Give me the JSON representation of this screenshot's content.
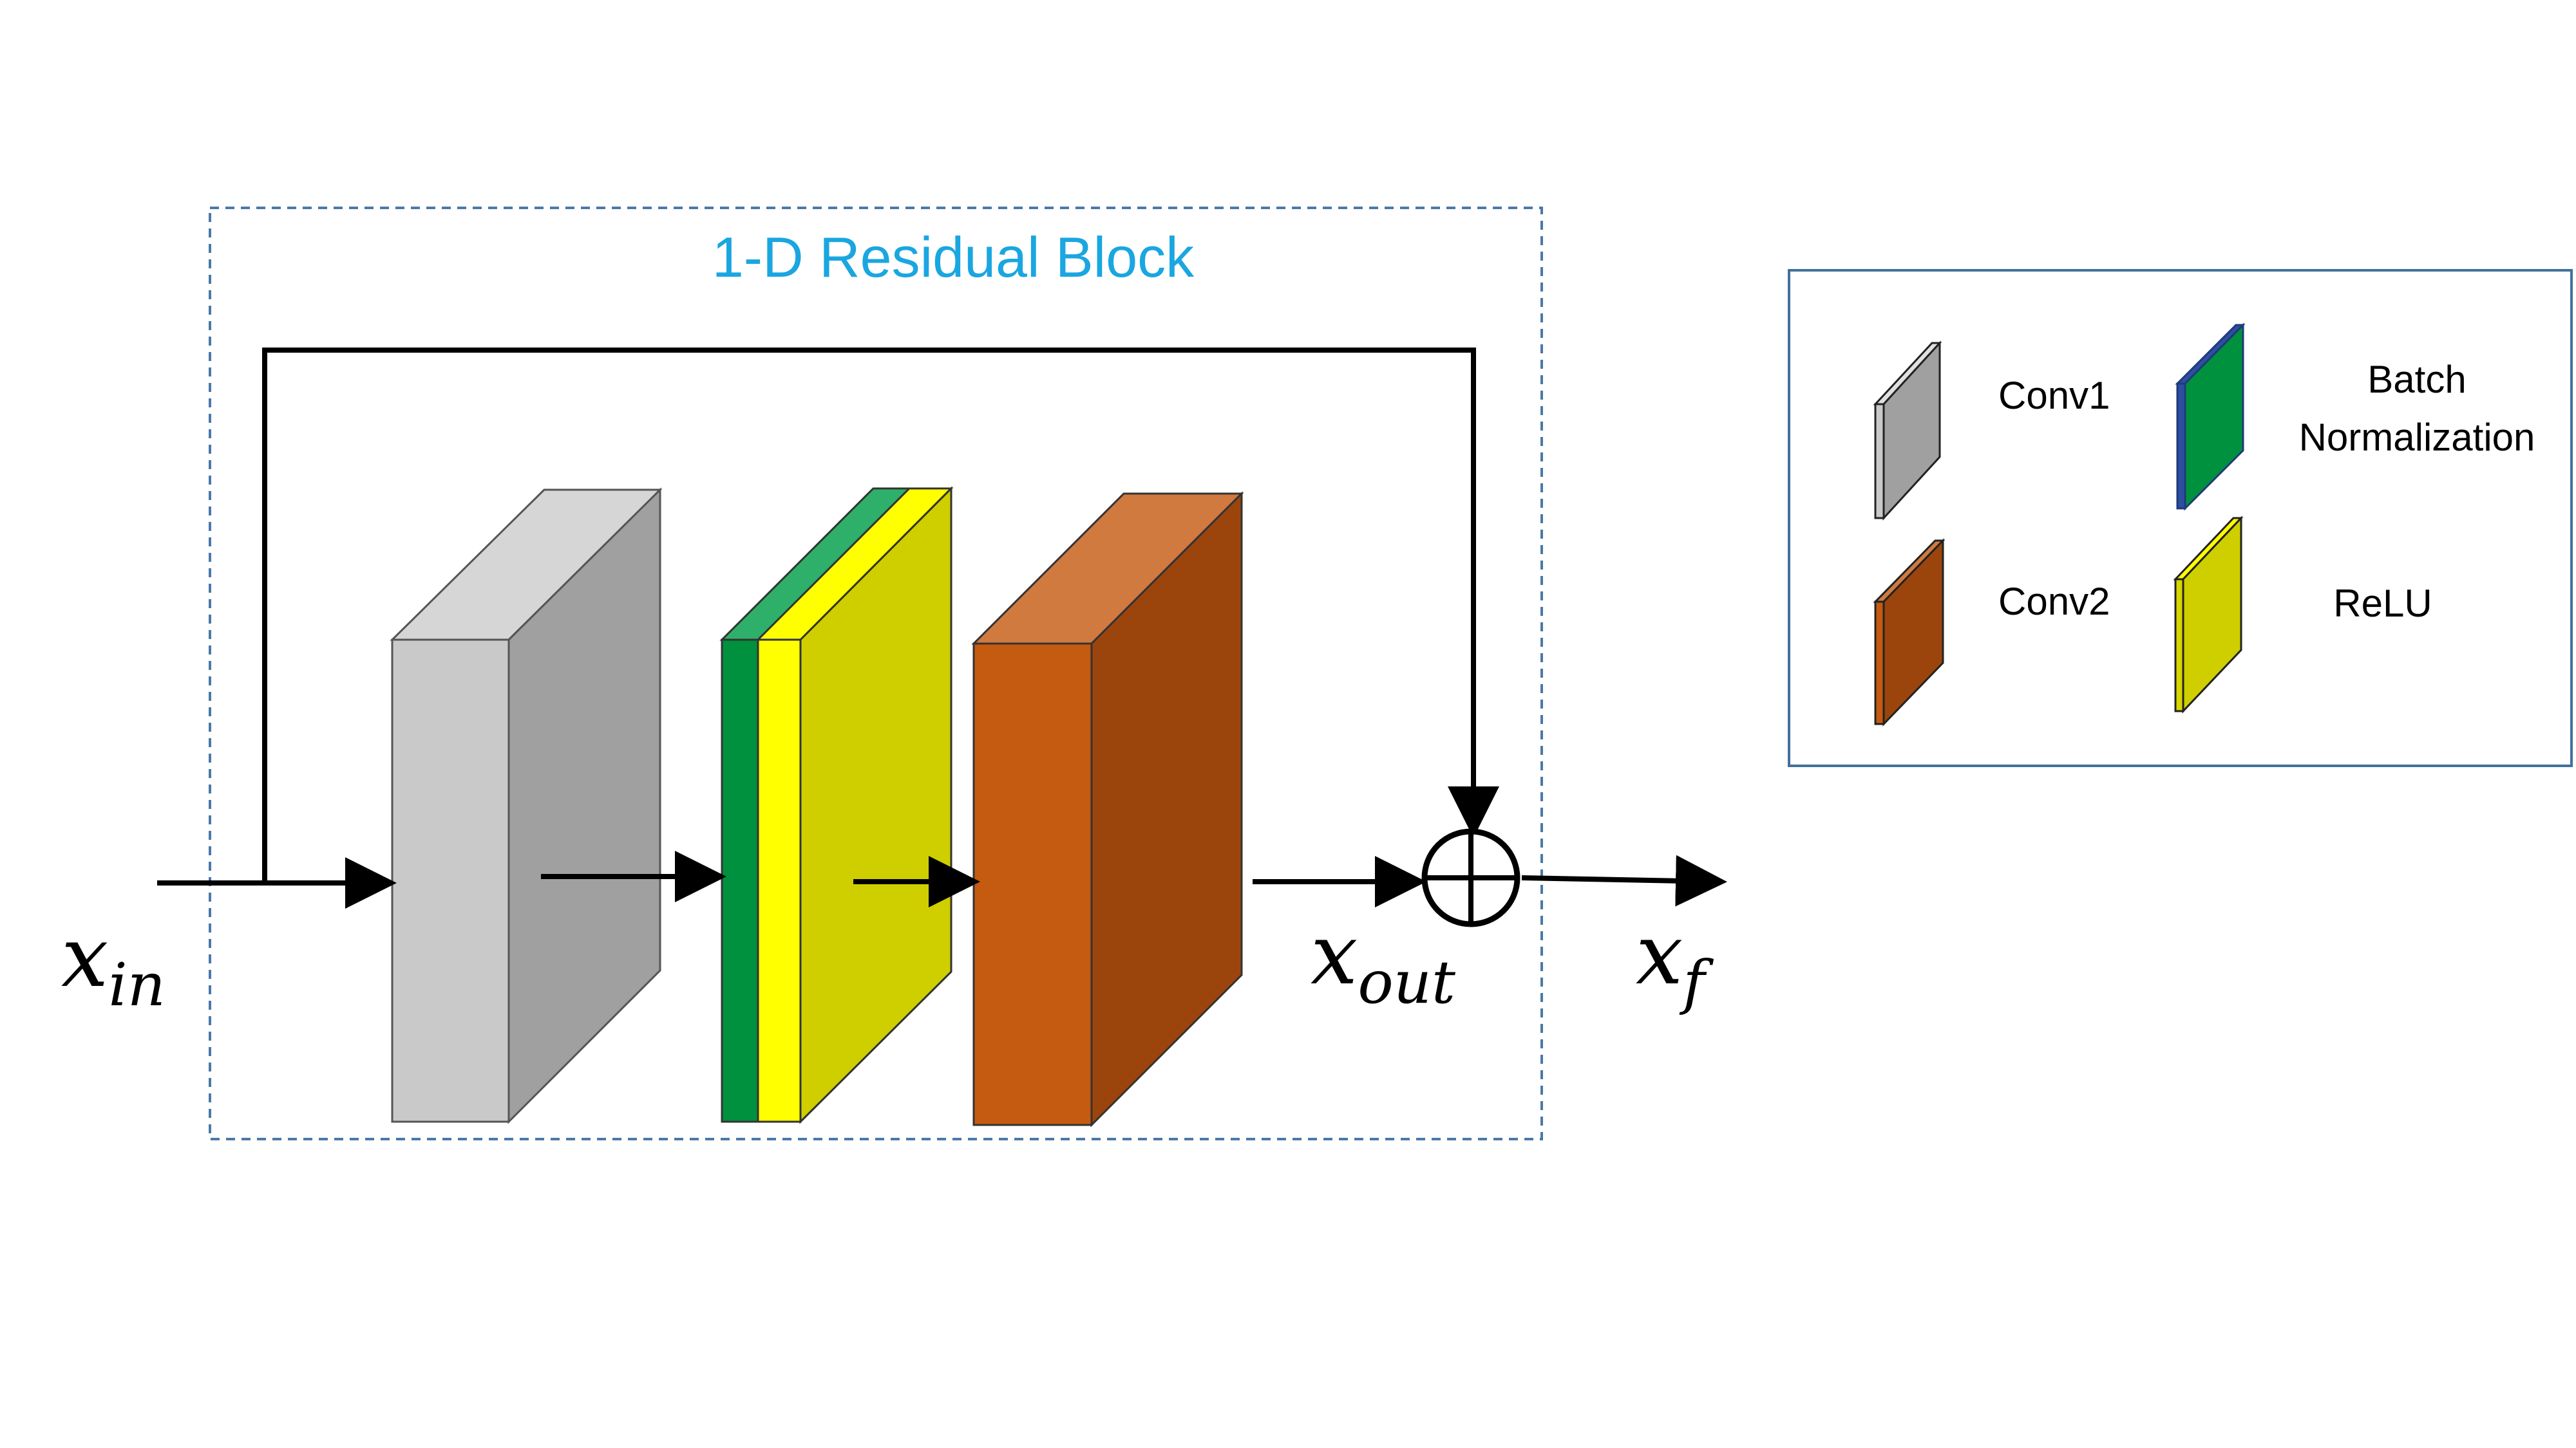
{
  "diagram": {
    "block_title": "1-D Residual Block",
    "input_label": {
      "base": "x",
      "sub": "in"
    },
    "output_label": {
      "base": "x",
      "sub": "out"
    },
    "final_label": {
      "base": "x",
      "sub": "f"
    }
  },
  "legend": {
    "items": [
      {
        "label": "Conv1"
      },
      {
        "label": "Conv2"
      },
      {
        "label_line1": "Batch",
        "label_line2": "Normalization"
      },
      {
        "label": "ReLU"
      }
    ]
  },
  "colors": {
    "title": "#1aa6e0",
    "conv1_front": "#c9c9c9",
    "conv1_side": "#a0a0a0",
    "conv1_top": "#d6d6d6",
    "conv2_front": "#c55a11",
    "conv2_side": "#9b450c",
    "conv2_top": "#d07a3f",
    "bn_front": "#00913f",
    "bn_top": "#2eb06a",
    "relu_front": "#ffff00",
    "relu_side": "#cfcf00",
    "dashed_border": "#4a79a8",
    "legend_border": "#41719c"
  }
}
